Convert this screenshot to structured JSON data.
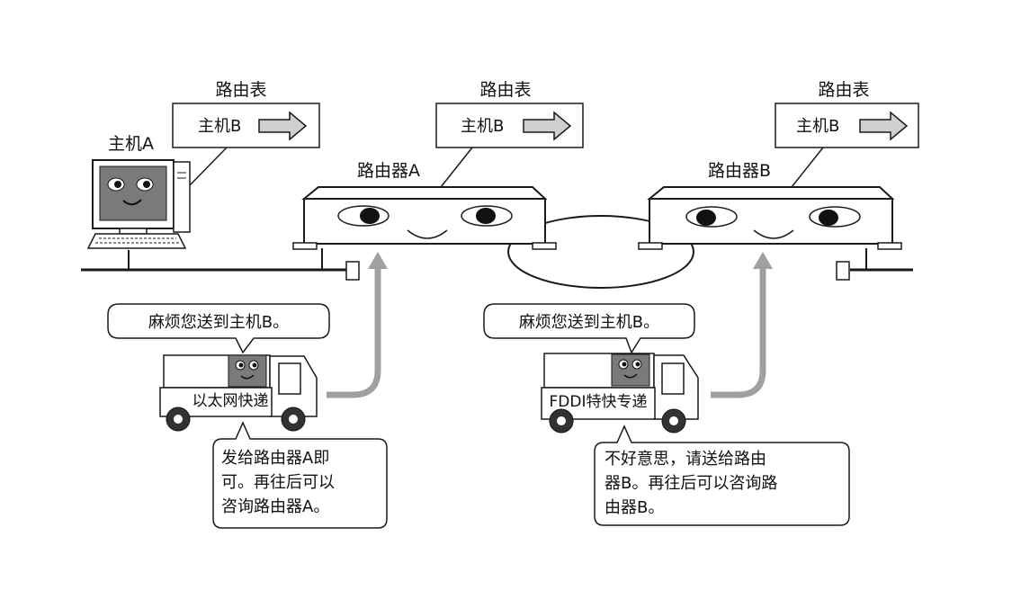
{
  "host_label": "主机A",
  "routing_table_label": "路由表",
  "routing_tables": [
    {
      "entry": "主机B"
    },
    {
      "entry": "主机B"
    },
    {
      "entry": "主机B"
    }
  ],
  "routers": [
    {
      "label": "路由器A"
    },
    {
      "label": "路由器B"
    }
  ],
  "trucks": [
    {
      "request": "麻烦您送到主机B。",
      "company": "以太网快递"
    },
    {
      "request": "麻烦您送到主机B。",
      "company": "FDDI特快专递"
    }
  ],
  "responses": [
    {
      "lines": [
        "发给路由器A即",
        "可。再往后可以",
        "咨询路由器A。"
      ]
    },
    {
      "lines": [
        "不好意思，请送给路由",
        "器B。再往后可以咨询路",
        "由器B。"
      ]
    }
  ],
  "colors": {
    "line": "#1a1a1a",
    "screen": "#7a7a7a",
    "arrow_fill": "#cfcfcf",
    "up_arrow": "#a0a0a0"
  }
}
